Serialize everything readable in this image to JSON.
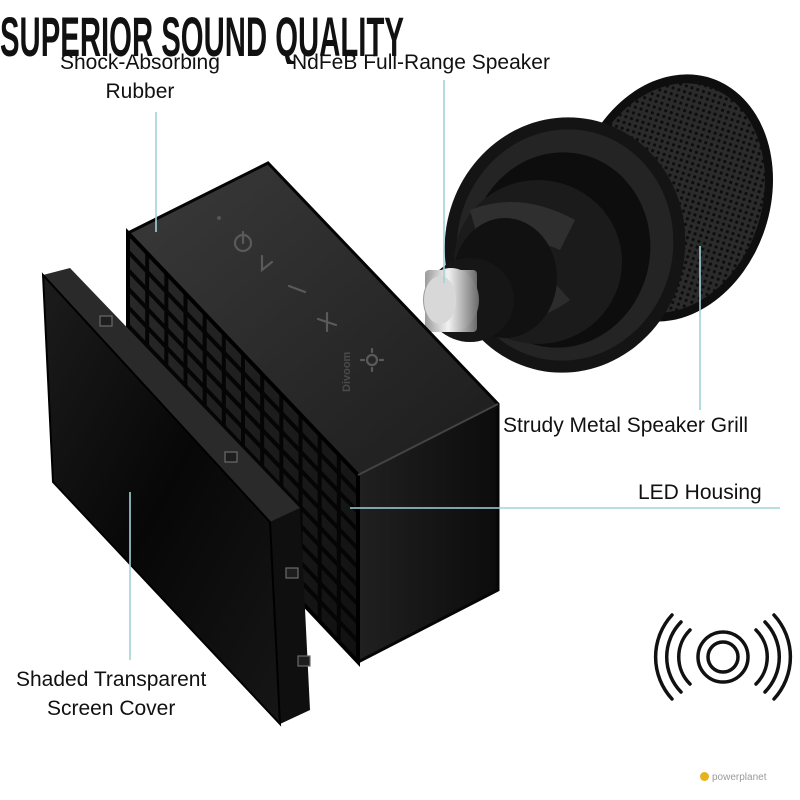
{
  "callouts": {
    "rubber": [
      "Shock-Absorbing",
      "Rubber"
    ],
    "speaker": "NdFeB Full-Range Speaker",
    "grill": "Strudy Metal Speaker Grill",
    "led": "LED Housing",
    "cover": [
      "Shaded Transparent",
      "Screen Cover"
    ]
  },
  "headline": "SUPERIOR SOUND QUALITY",
  "device": {
    "brand_mark": "Divoom",
    "buttons": [
      "power-icon",
      "previous-icon",
      "minus-icon",
      "plus-icon",
      "light-icon"
    ]
  },
  "watermark": "powerplanet",
  "colors": {
    "leader_line": "#9fd4d9",
    "body": "#1e1e1e",
    "text": "#111111",
    "watermark_dot": "#e6b21e"
  }
}
